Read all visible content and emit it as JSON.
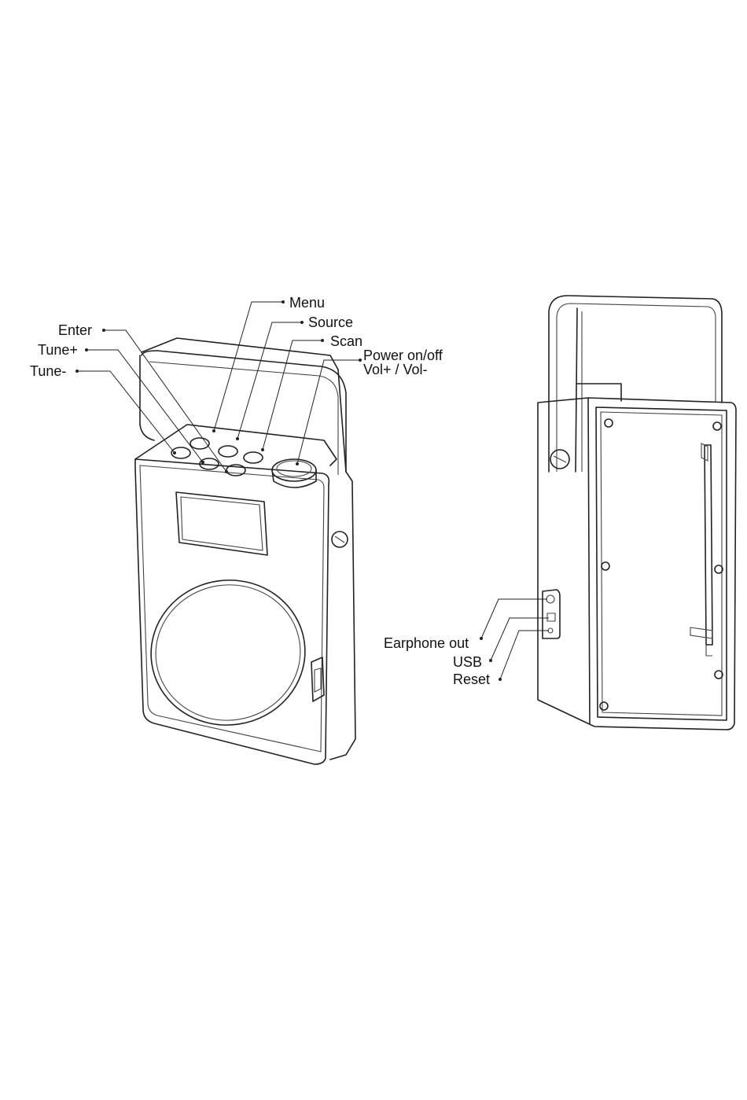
{
  "front_labels": {
    "menu": "Menu",
    "source": "Source",
    "scan": "Scan",
    "power_line1": "Power on/off",
    "power_line2": "Vol+ / Vol-",
    "enter": "Enter",
    "tune_plus": "Tune+",
    "tune_minus": "Tune-"
  },
  "back_labels": {
    "earphone": "Earphone out",
    "usb": "USB",
    "reset": "Reset"
  }
}
